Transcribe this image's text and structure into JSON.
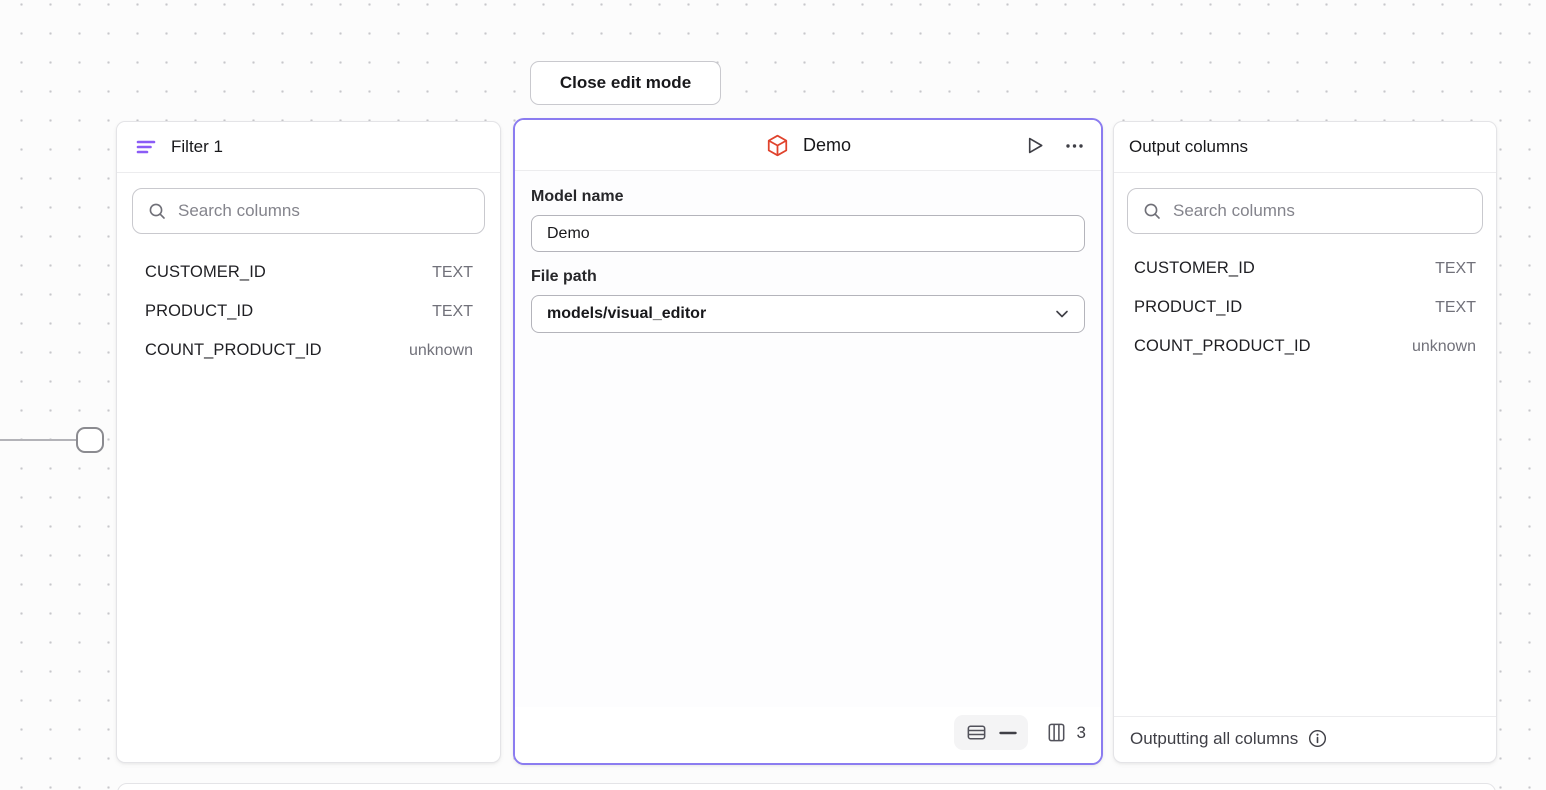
{
  "toolbar": {
    "close_edit_label": "Close edit mode"
  },
  "filter_panel": {
    "title": "Filter 1",
    "search_placeholder": "Search columns",
    "columns": [
      {
        "name": "CUSTOMER_ID",
        "type": "TEXT"
      },
      {
        "name": "PRODUCT_ID",
        "type": "TEXT"
      },
      {
        "name": "COUNT_PRODUCT_ID",
        "type": "unknown"
      }
    ]
  },
  "model_panel": {
    "title": "Demo",
    "model_name_label": "Model name",
    "model_name_value": "Demo",
    "file_path_label": "File path",
    "file_path_value": "models/visual_editor",
    "row_count": "—",
    "column_count": "3"
  },
  "output_panel": {
    "title": "Output columns",
    "search_placeholder": "Search columns",
    "columns": [
      {
        "name": "CUSTOMER_ID",
        "type": "TEXT"
      },
      {
        "name": "PRODUCT_ID",
        "type": "TEXT"
      },
      {
        "name": "COUNT_PRODUCT_ID",
        "type": "unknown"
      }
    ],
    "footer_text": "Outputting all columns"
  },
  "icons": [
    "filter-icon",
    "search-icon",
    "cube-icon",
    "play-icon",
    "ellipsis-icon",
    "rows-icon",
    "columns-icon",
    "chevron-down-icon",
    "info-icon"
  ],
  "colors": {
    "selected_node_border": "#8b7cf0",
    "filter_icon_purple": "#8b5cf6",
    "cube_icon_orange": "#e0432d",
    "canvas_background": "#fcfcfc",
    "dot_grid": "#c7c7cb",
    "text_primary": "#18181b",
    "text_secondary": "#71717a"
  }
}
